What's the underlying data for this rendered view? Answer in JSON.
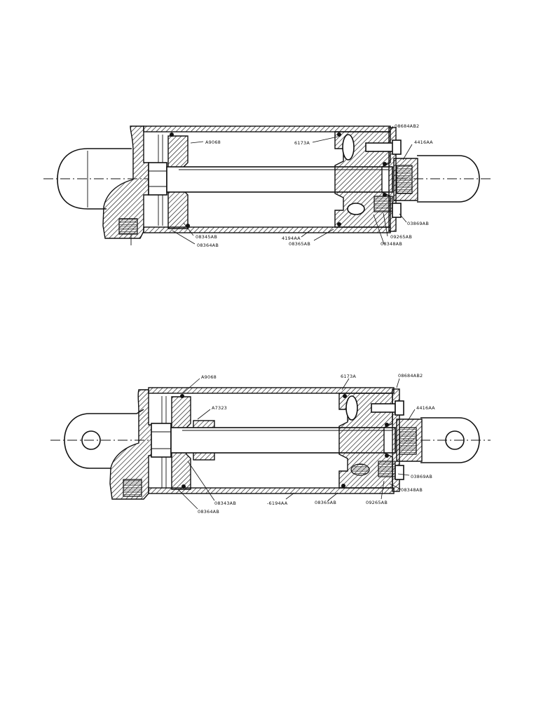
{
  "diagram_1": {
    "labels": {
      "a9068": "A9068",
      "p6173a": "6173A",
      "p08684ab2": "08684AB2",
      "p4416aa": "4416AA",
      "p08345ab": "08345AB",
      "p08364ab": "08364AB",
      "p4194aa": "4194AA",
      "p08365ab": "08365AB",
      "p03869ab": "03869AB",
      "p09265ab": "09265AB",
      "p08348ab": "08348AB"
    }
  },
  "diagram_2": {
    "labels": {
      "a9068": "A9068",
      "p6173a": "6173A",
      "p08684ab2": "08684AB2",
      "p4416aa": "4416AA",
      "a7323": "A7323",
      "p08343ab": "08343AB",
      "p08364ab": "08364AB",
      "p4194aa": "-6194AA",
      "p08365ab": "08365AB",
      "p09265ab": "09265AB",
      "p03869ab": "03869AB",
      "p08348ab": "08348AB"
    }
  }
}
